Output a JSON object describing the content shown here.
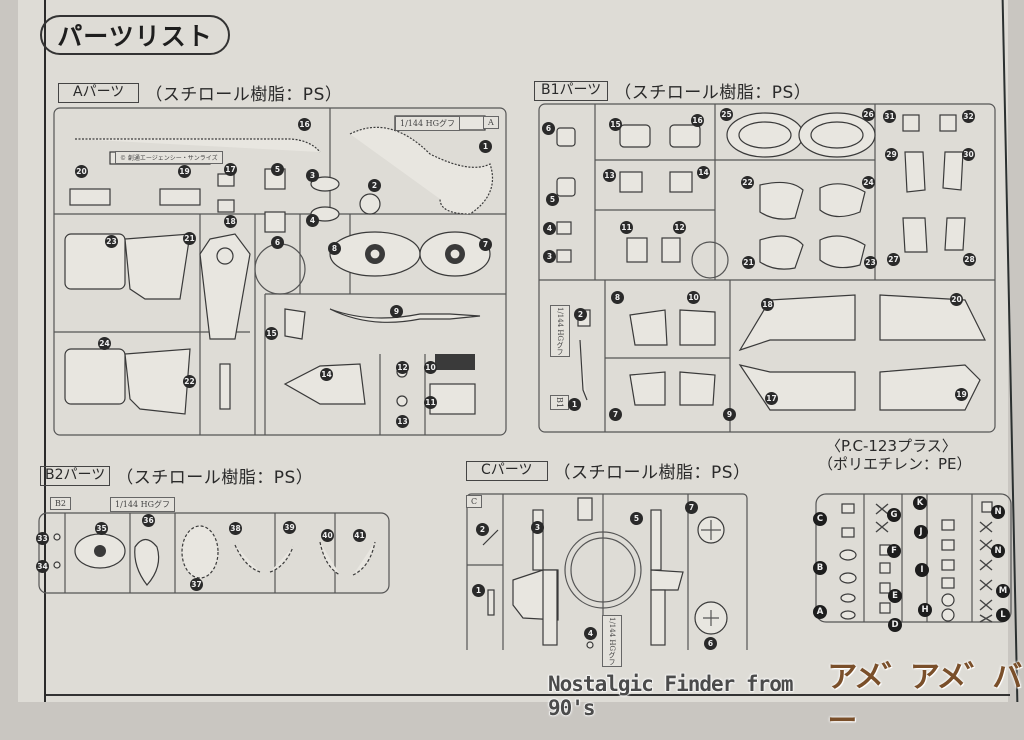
{
  "page": {
    "title": "パーツリスト",
    "sections": {
      "A": {
        "tag": "Aパーツ",
        "material": "（スチロール樹脂：PS）",
        "runner_label": "1/144 HGグフ",
        "runner_letter": "A",
        "copyright": "© 創通エージェンシー・サンライズ",
        "parts": [
          "1",
          "2",
          "3",
          "4",
          "5",
          "6",
          "7",
          "8",
          "9",
          "10",
          "11",
          "12",
          "13",
          "14",
          "15",
          "16",
          "17",
          "18",
          "19",
          "20",
          "21",
          "22",
          "23",
          "24"
        ]
      },
      "B1": {
        "tag": "B1パーツ",
        "material": "（スチロール樹脂：PS）",
        "runner_label": "1/144 HGグフ",
        "runner_letter": "B1",
        "parts": [
          "1",
          "2",
          "3",
          "4",
          "5",
          "6",
          "7",
          "8",
          "9",
          "10",
          "11",
          "12",
          "13",
          "14",
          "15",
          "16",
          "17",
          "18",
          "19",
          "20",
          "21",
          "22",
          "23",
          "24",
          "25",
          "26",
          "27",
          "28",
          "29",
          "30",
          "31",
          "32"
        ]
      },
      "B2": {
        "tag": "B2パーツ",
        "material": "（スチロール樹脂：PS）",
        "runner_label": "1/144 HGグフ",
        "runner_letter": "B2",
        "parts": [
          "33",
          "34",
          "35",
          "36",
          "37",
          "38",
          "39",
          "40",
          "41"
        ]
      },
      "C": {
        "tag": "Cパーツ",
        "material": "（スチロール樹脂：PS）",
        "runner_label": "1/144 HGグフ",
        "runner_letter": "C",
        "parts": [
          "1",
          "2",
          "3",
          "4",
          "5",
          "6",
          "7"
        ]
      },
      "PC": {
        "line1": "〈P.C-123プラス〉",
        "line2": "（ポリエチレン：PE）",
        "parts": [
          "A",
          "B",
          "C",
          "D",
          "E",
          "F",
          "G",
          "H",
          "I",
          "J",
          "K",
          "L",
          "M",
          "N",
          "N"
        ]
      }
    }
  },
  "watermark": {
    "en": "Nostalgic Finder from 90's",
    "jp": "アメ゛アメ゛バー"
  },
  "colors": {
    "paper": "#dedcd6",
    "ink": "#2a2a2a",
    "watermark_brown": "#7a4f2a"
  }
}
